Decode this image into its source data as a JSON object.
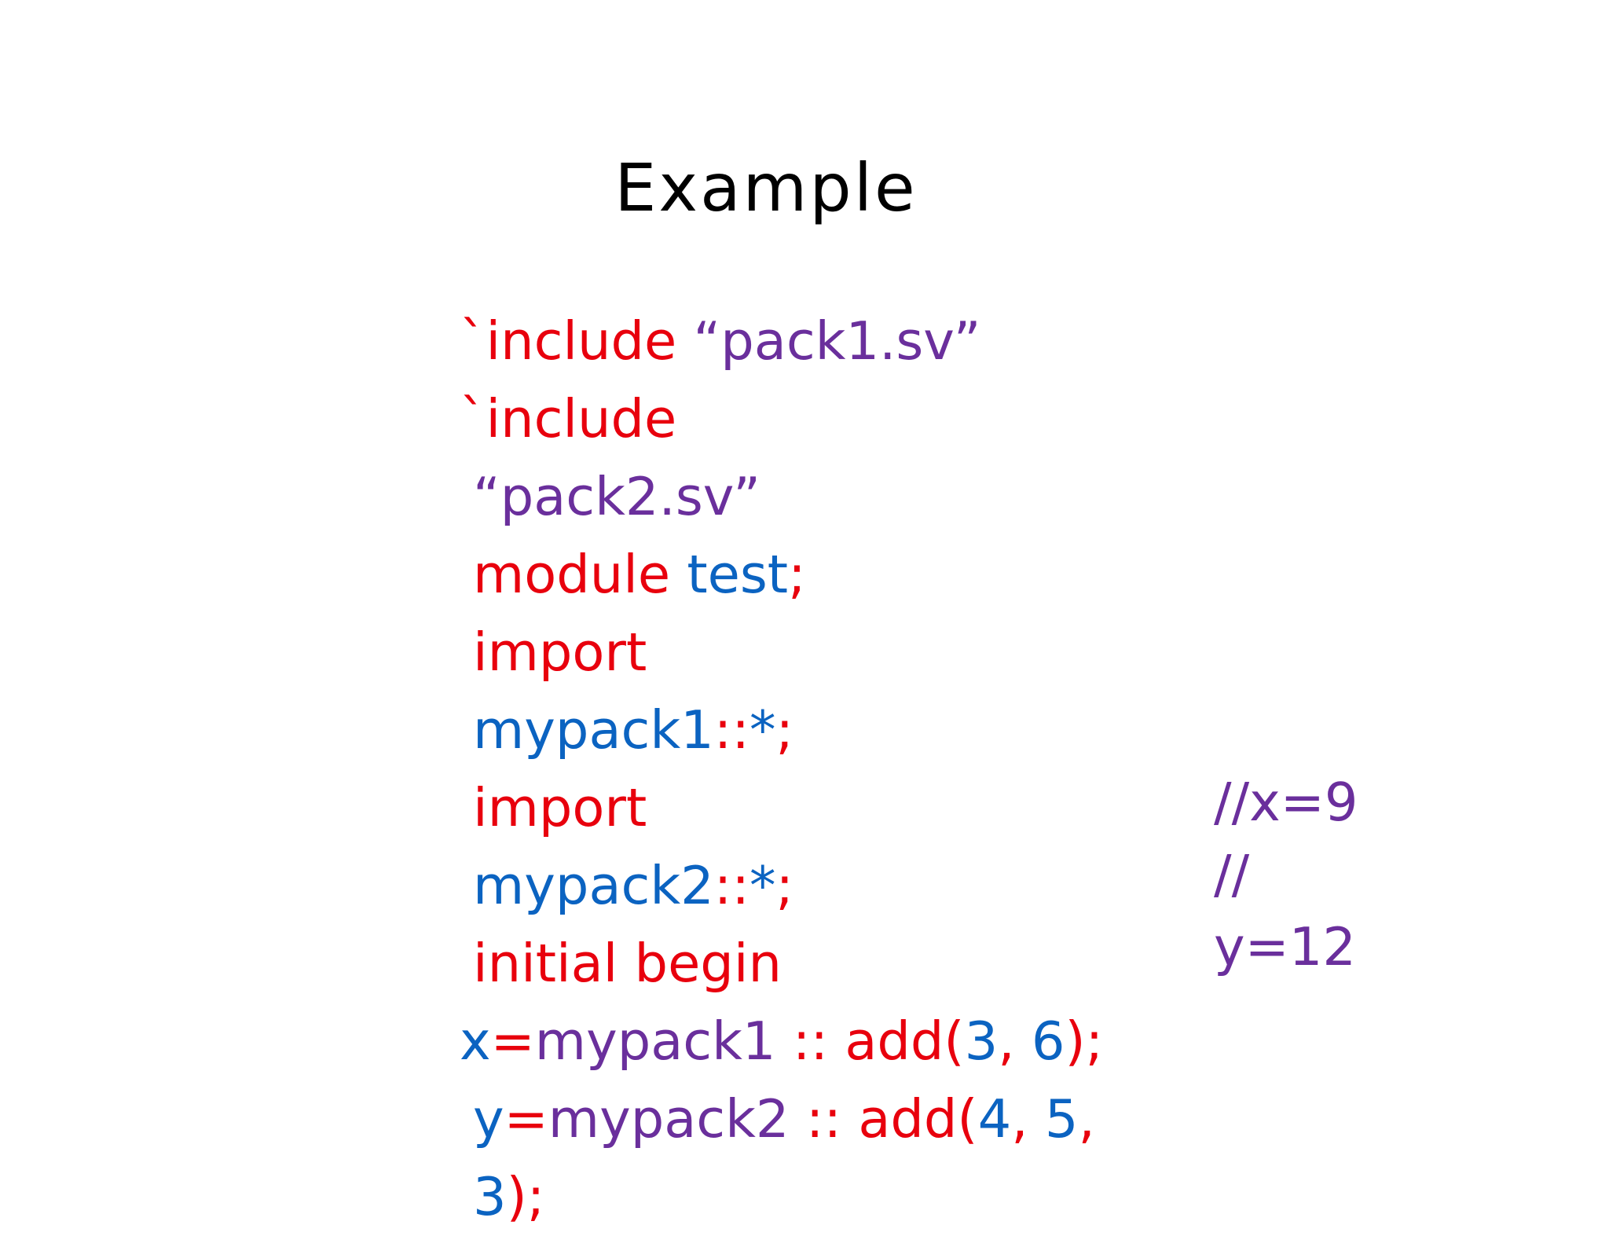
{
  "title": "Example",
  "colors": {
    "keyword": "#e8000d",
    "string": "#6a2f9c",
    "identifier": "#0b63c1",
    "comment": "#6a2f9c"
  },
  "code_lines": [
    {
      "indent": false,
      "tokens": [
        {
          "text": "`include ",
          "color": "red"
        },
        {
          "text": "“pack1.sv”",
          "color": "purple"
        }
      ]
    },
    {
      "indent": false,
      "tokens": [
        {
          "text": "`include",
          "color": "red"
        }
      ]
    },
    {
      "indent": true,
      "tokens": [
        {
          "text": "“pack2.sv”",
          "color": "purple"
        }
      ]
    },
    {
      "indent": true,
      "tokens": [
        {
          "text": "module ",
          "color": "red"
        },
        {
          "text": "test",
          "color": "blue"
        },
        {
          "text": ";",
          "color": "red"
        }
      ]
    },
    {
      "indent": true,
      "tokens": [
        {
          "text": "import",
          "color": "red"
        }
      ]
    },
    {
      "indent": true,
      "tokens": [
        {
          "text": "mypack1",
          "color": "blue"
        },
        {
          "text": "::",
          "color": "red"
        },
        {
          "text": "*",
          "color": "blue"
        },
        {
          "text": ";",
          "color": "red"
        }
      ]
    },
    {
      "indent": true,
      "tokens": [
        {
          "text": "import",
          "color": "red"
        }
      ]
    },
    {
      "indent": true,
      "tokens": [
        {
          "text": "mypack2",
          "color": "blue"
        },
        {
          "text": "::",
          "color": "red"
        },
        {
          "text": "*",
          "color": "blue"
        },
        {
          "text": ";",
          "color": "red"
        }
      ]
    },
    {
      "indent": true,
      "tokens": [
        {
          "text": "initial begin",
          "color": "red"
        }
      ]
    },
    {
      "indent": false,
      "tokens": [
        {
          "text": "x",
          "color": "blue"
        },
        {
          "text": "=",
          "color": "red"
        },
        {
          "text": "mypack1 ",
          "color": "purple"
        },
        {
          "text": ":: add(",
          "color": "red"
        },
        {
          "text": "3",
          "color": "blue"
        },
        {
          "text": ", ",
          "color": "red"
        },
        {
          "text": "6",
          "color": "blue"
        },
        {
          "text": ");",
          "color": "red"
        }
      ]
    },
    {
      "indent": true,
      "tokens": [
        {
          "text": "y",
          "color": "blue"
        },
        {
          "text": "=",
          "color": "red"
        },
        {
          "text": "mypack2 ",
          "color": "purple"
        },
        {
          "text": ":: add(",
          "color": "red"
        },
        {
          "text": "4",
          "color": "blue"
        },
        {
          "text": ", ",
          "color": "red"
        },
        {
          "text": "5",
          "color": "blue"
        },
        {
          "text": ",",
          "color": "red"
        }
      ]
    },
    {
      "indent": true,
      "tokens": [
        {
          "text": "3",
          "color": "blue"
        },
        {
          "text": ");",
          "color": "red"
        }
      ]
    }
  ],
  "comments": [
    "//x=9",
    "//",
    "y=12"
  ]
}
